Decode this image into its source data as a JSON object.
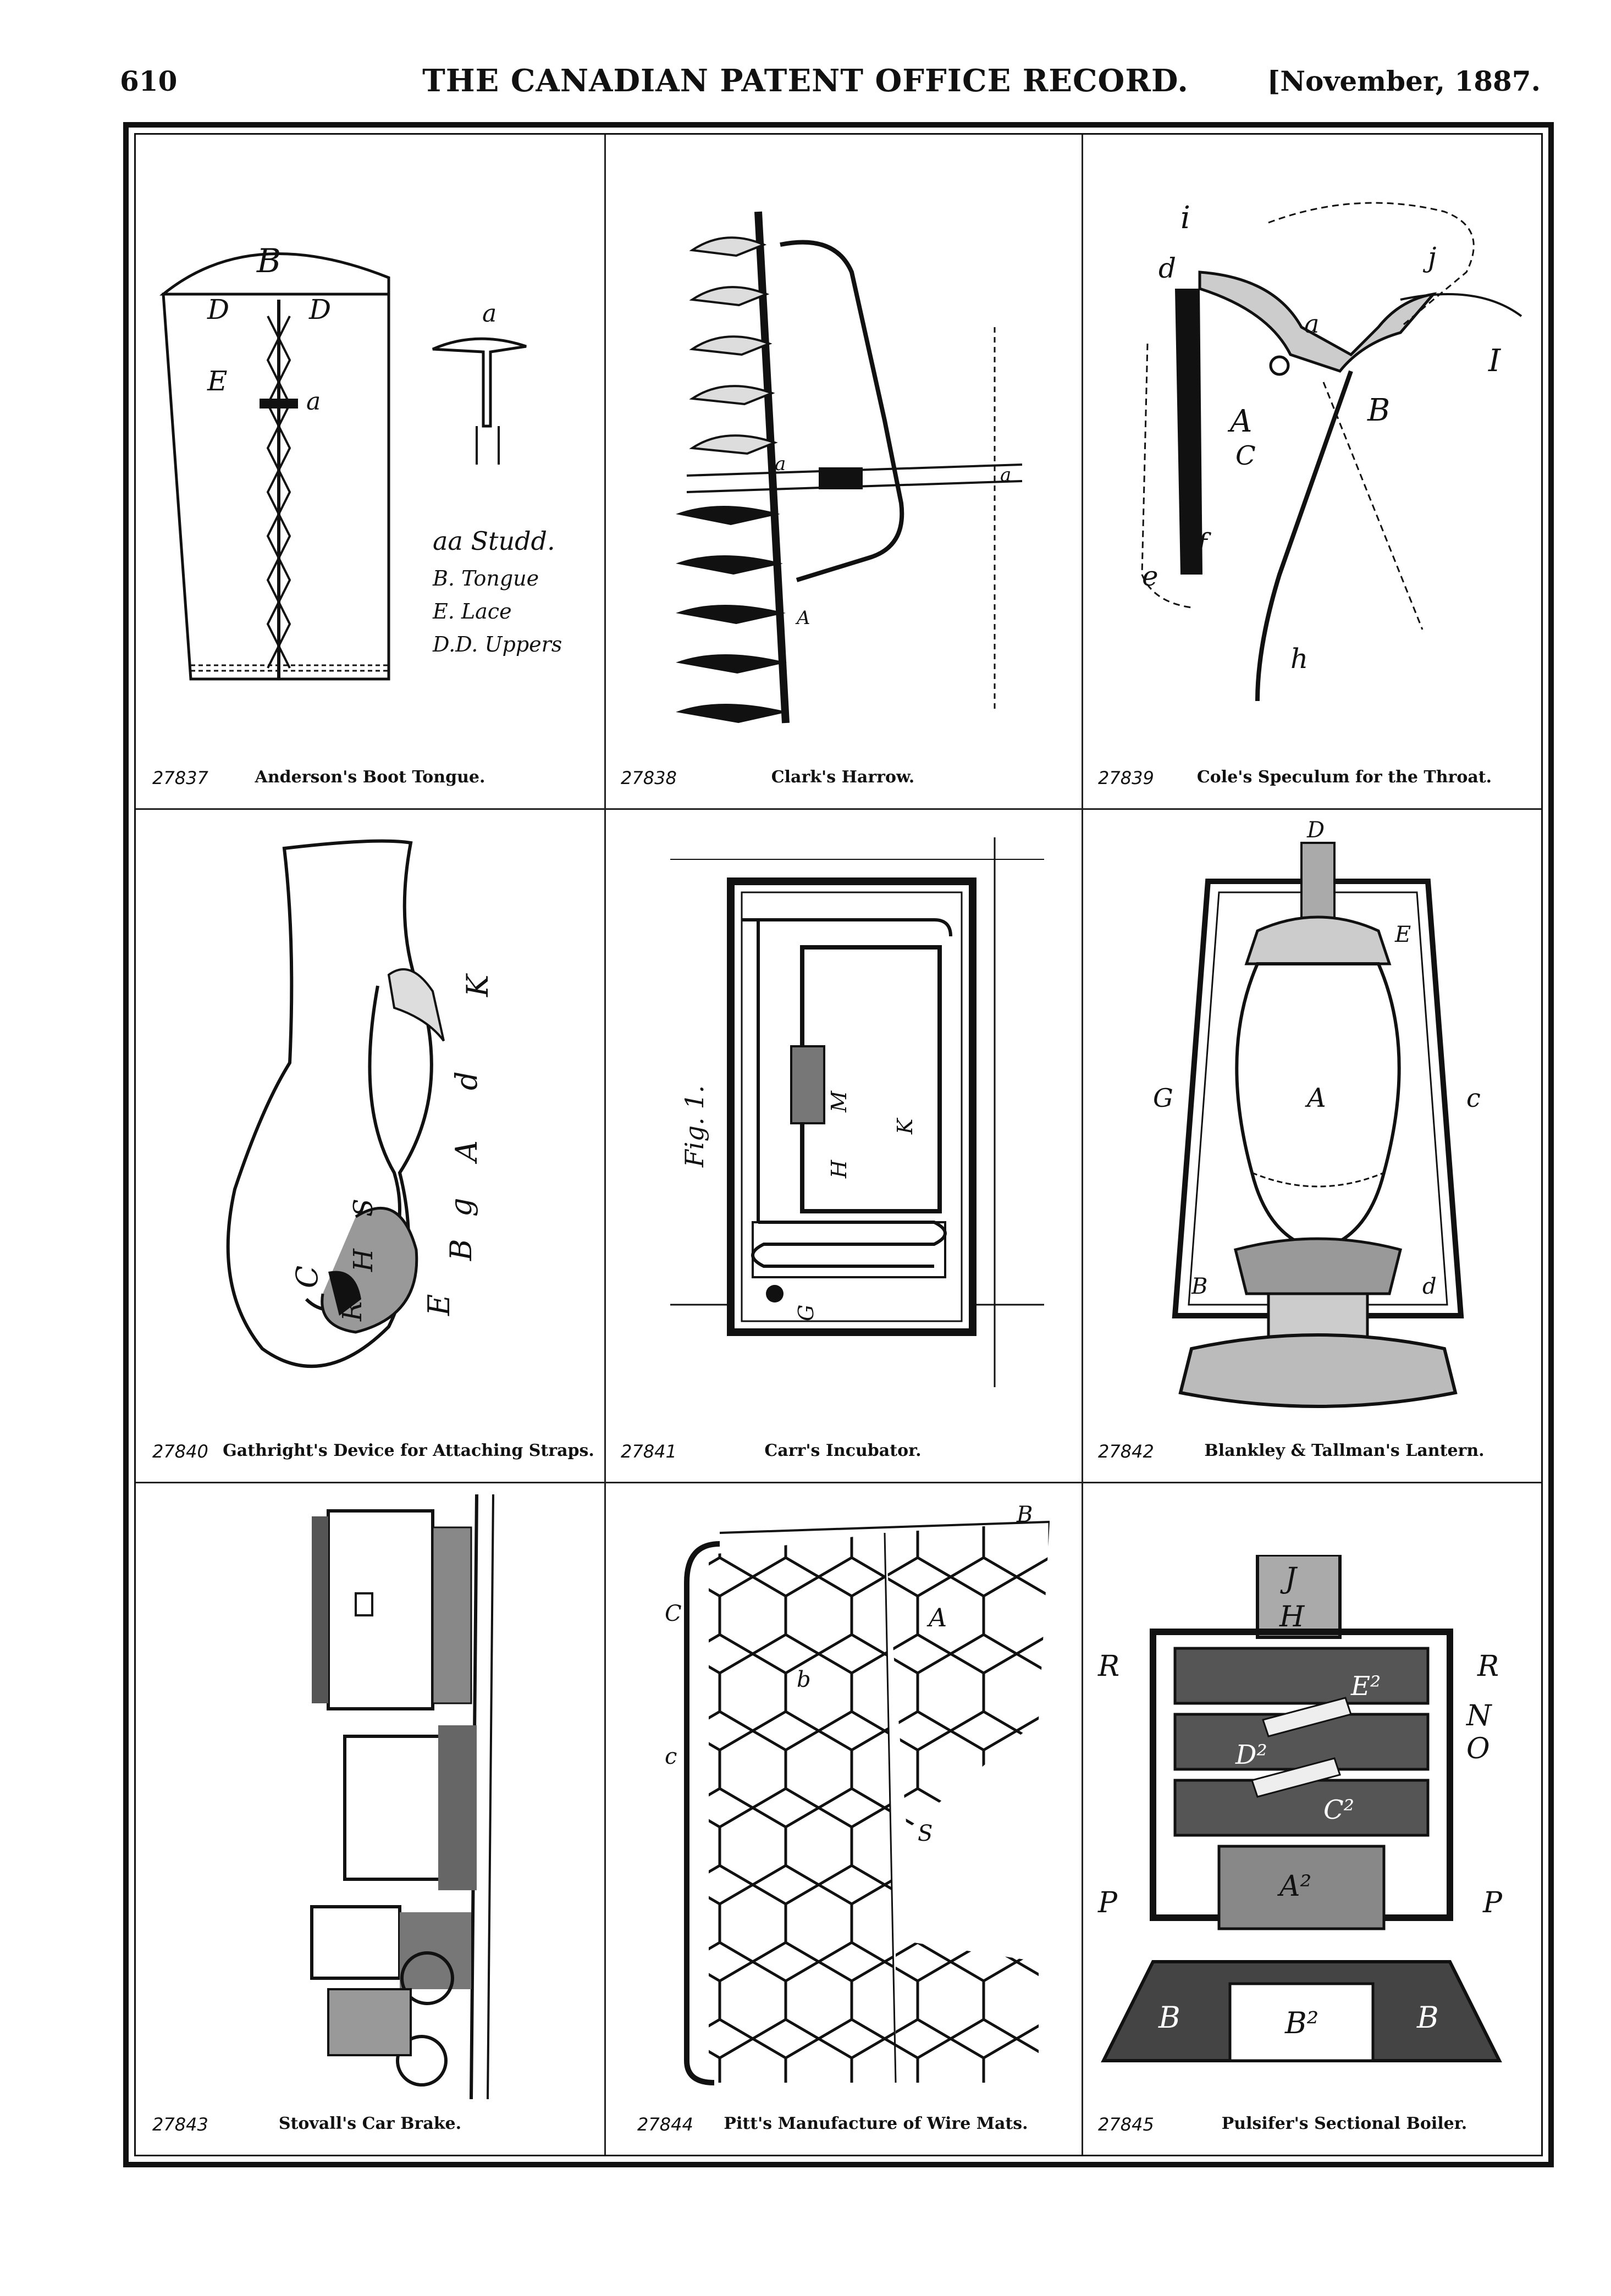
{
  "header": {
    "page_number": "610",
    "journal_title": "THE CANADIAN PATENT OFFICE RECORD.",
    "issue_date": "[November, 1887."
  },
  "patents": [
    {
      "number": "27837",
      "title": "Anderson's Boot Tongue.",
      "labels": [
        "B",
        "D",
        "D",
        "E",
        "a",
        "a"
      ],
      "legend": [
        "aa Studd.",
        "B. Tongue",
        "E. Lace",
        "D.D. Uppers"
      ]
    },
    {
      "number": "27838",
      "title": "Clark's Harrow.",
      "labels": [
        "a",
        "a",
        "A"
      ]
    },
    {
      "number": "27839",
      "title": "Cole's Speculum for the Throat.",
      "labels": [
        "i",
        "d",
        "a",
        "j",
        "I",
        "B",
        "A",
        "C",
        "f",
        "e",
        "h"
      ]
    },
    {
      "number": "27840",
      "title": "Gathright's Device for Attaching Straps.",
      "labels": [
        "K",
        "d",
        "A",
        "g",
        "B",
        "E",
        "S",
        "H",
        "R",
        "C"
      ]
    },
    {
      "number": "27841",
      "title": "Carr's Incubator.",
      "labels": [
        "Fig. 1.",
        "M",
        "H",
        "K",
        "G"
      ]
    },
    {
      "number": "27842",
      "title": "Blankley & Tallman's Lantern.",
      "labels": [
        "D",
        "E",
        "A",
        "G",
        "c",
        "B",
        "d"
      ]
    },
    {
      "number": "27843",
      "title": "Stovall's Car Brake.",
      "labels": []
    },
    {
      "number": "27844",
      "title": "Pitt's Manufacture of Wire Mats.",
      "labels": [
        "B",
        "C",
        "A",
        "b",
        "c",
        "S"
      ]
    },
    {
      "number": "27845",
      "title": "Pulsifer's Sectional Boiler.",
      "labels": [
        "J",
        "H",
        "R",
        "R",
        "E²",
        "N",
        "O",
        "D²",
        "C²",
        "A²",
        "P",
        "P",
        "B",
        "B²",
        "B"
      ]
    }
  ],
  "colors": {
    "ink": "#111111",
    "paper": "#ffffff"
  }
}
